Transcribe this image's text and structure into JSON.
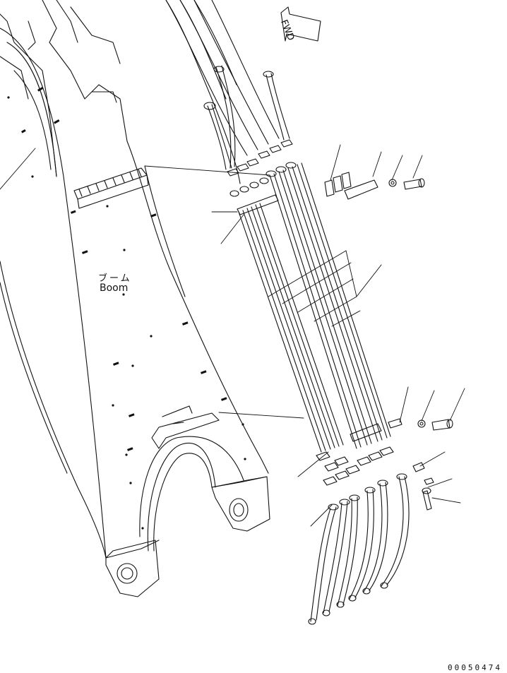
{
  "labels": {
    "boom_japanese": "ブーム",
    "boom_english": "Boom",
    "direction": "FWD",
    "document_number": "00050474"
  }
}
